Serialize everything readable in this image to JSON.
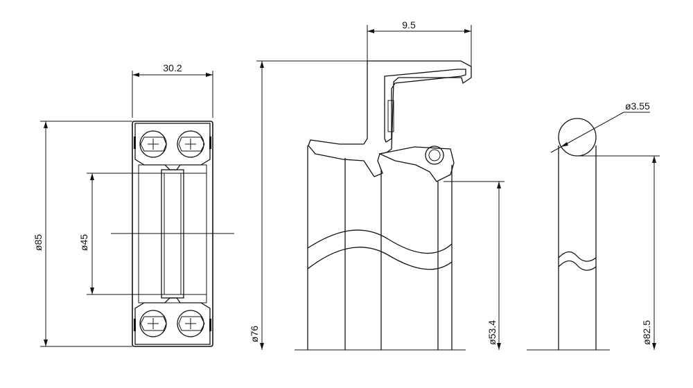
{
  "bearing": {
    "width_label": "30.2",
    "outer_diameter_label": "ø85",
    "bore_diameter_label": "ø45"
  },
  "seal": {
    "width_label": "9.5",
    "outer_diameter_label": "ø76",
    "lip_diameter_label": "ø53.4"
  },
  "oring": {
    "cross_section_label": "ø3.55",
    "ring_diameter_label": "ø82.5"
  }
}
